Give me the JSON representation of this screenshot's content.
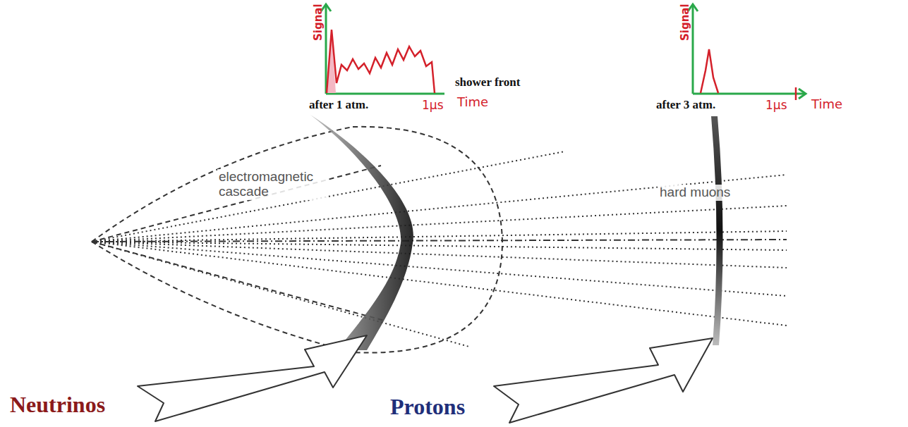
{
  "diagram": {
    "labels": [
      "Signal",
      "1µs",
      "Time",
      "shower front",
      "after 1 atm.",
      "Signal",
      "1µs",
      "Time",
      "after 3 atm.",
      "electromagnetic cascade",
      "hard muons",
      "Neutrinos",
      "Protons"
    ]
  }
}
